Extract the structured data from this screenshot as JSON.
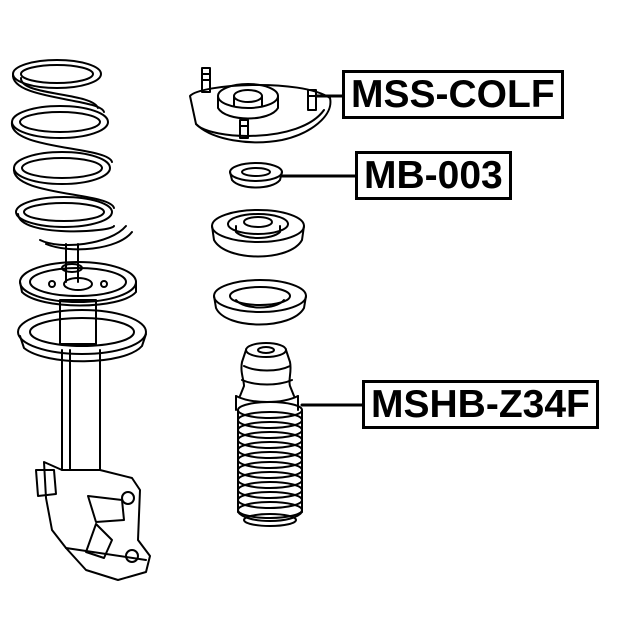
{
  "labels": {
    "top_mount": "MSS-COLF",
    "bearing": "MB-003",
    "bump_stop_boot": "MSHB-Z34F"
  },
  "colors": {
    "line": "#000000",
    "background": "#ffffff"
  }
}
